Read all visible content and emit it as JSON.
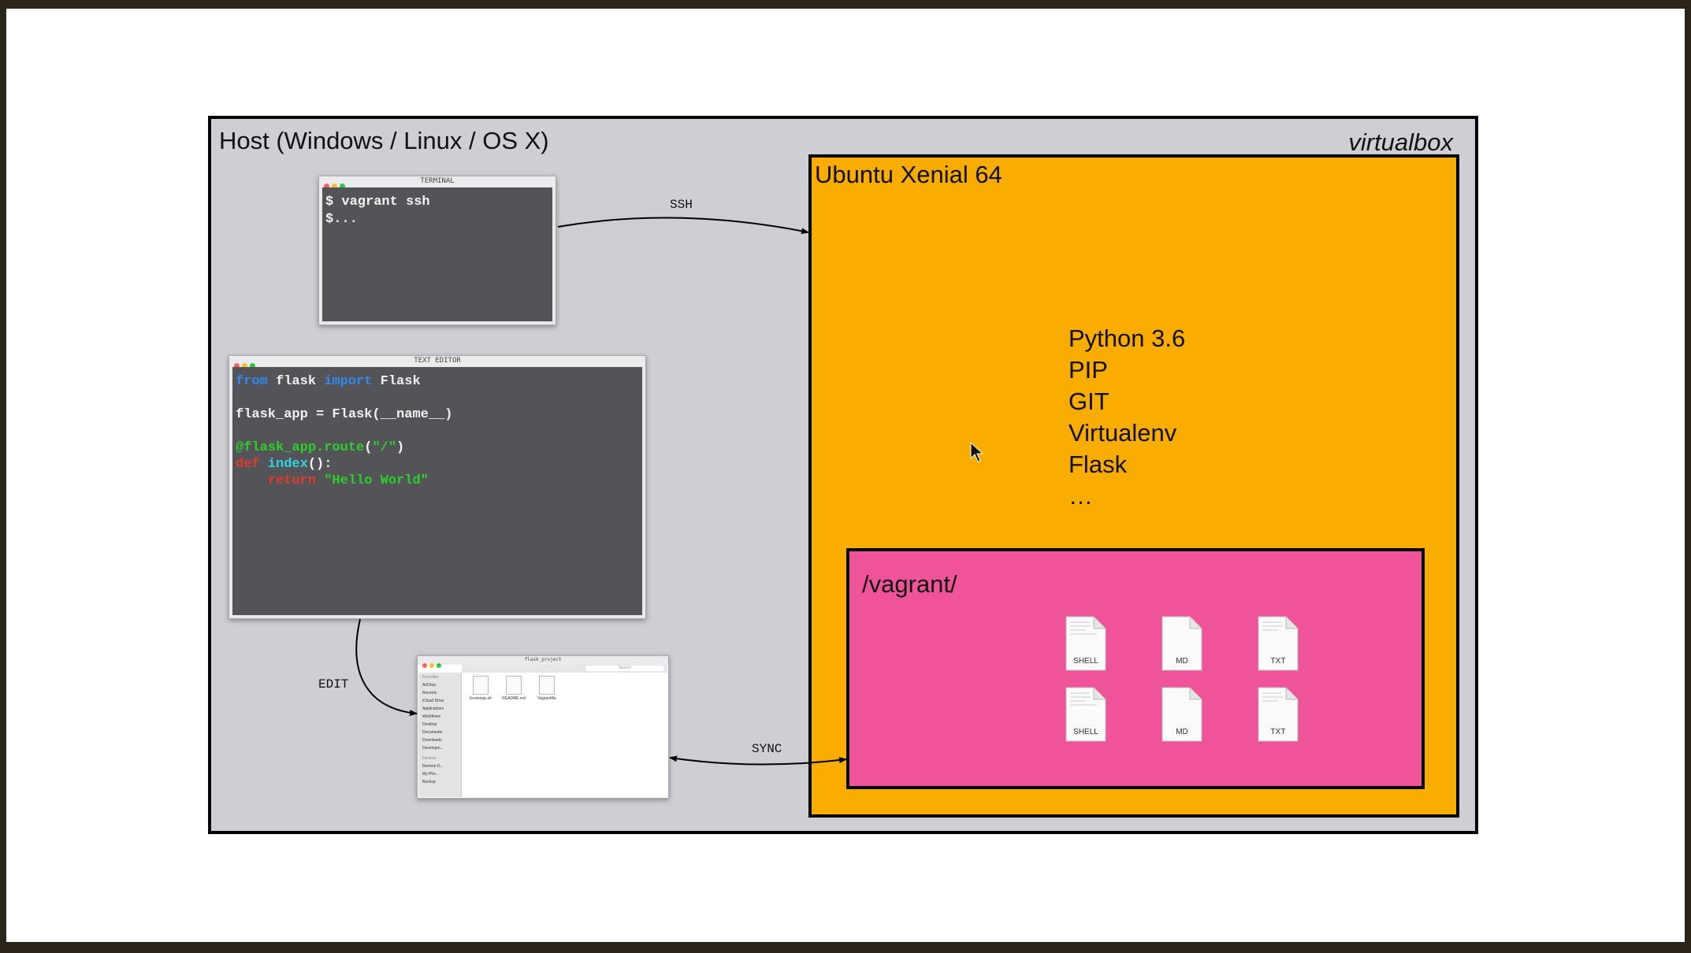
{
  "host": {
    "title": "Host (Windows / Linux / OS X)",
    "hypervisor": "virtualbox"
  },
  "terminal": {
    "title": "TERMINAL",
    "lines": [
      "$ vagrant ssh",
      "$..."
    ]
  },
  "editor": {
    "title": "TEXT EDITOR",
    "code": {
      "line1": {
        "from": "from",
        "module": " flask ",
        "import": "import",
        "name": " Flask"
      },
      "line2": "flask_app = Flask(__name__)",
      "line3": {
        "decorator": "@flask_app.route",
        "open": "(",
        "arg": "\"/\"",
        "close": ")"
      },
      "line4": {
        "def": "def",
        "fn": " index",
        "rest": "():"
      },
      "line5": {
        "indent": "    ",
        "ret": "return",
        "str": " \"Hello World\""
      }
    }
  },
  "finder": {
    "title": "flask_project",
    "search_placeholder": "Search",
    "sidebar_favorites": "Favorites",
    "sidebar_items": [
      "AirDrop",
      "Recents",
      "iCloud Drive",
      "Applications",
      "Workflows",
      "Desktop",
      "Documents",
      "Downloads",
      "Developm..."
    ],
    "sidebar_devices": "Devices",
    "device_items": [
      "Remote D...",
      "My Pho...",
      "Backup"
    ],
    "files": [
      "bootstrap.sh",
      "README.md",
      "Vagrantfile"
    ]
  },
  "vm": {
    "title": "Ubuntu Xenial 64",
    "software": [
      "Python 3.6",
      "PIP",
      "GIT",
      "Virtualenv",
      "Flask",
      "…"
    ]
  },
  "shared_folder": {
    "title": "/vagrant/",
    "files_row1": [
      "SHELL",
      "MD",
      "TXT"
    ],
    "files_row2": [
      "SHELL",
      "MD",
      "TXT"
    ]
  },
  "edges": {
    "ssh": "SSH",
    "edit": "EDIT",
    "sync": "SYNC"
  },
  "colors": {
    "host_bg": "#cfced3",
    "vm_bg": "#f8ac00",
    "shared_bg": "#ef5499",
    "terminal_bg": "#545357"
  }
}
